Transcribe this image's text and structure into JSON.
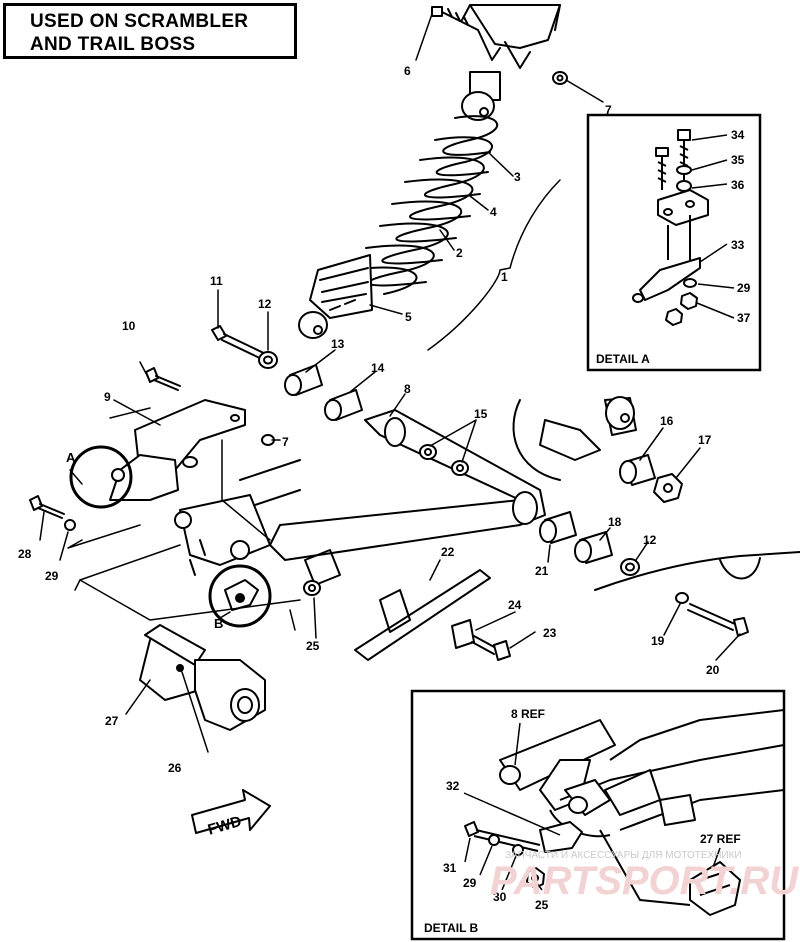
{
  "title": {
    "line1": "USED ON SCRAMBLER",
    "line2": "AND TRAIL BOSS"
  },
  "detail_a_label": "DETAIL A",
  "detail_b_label": "DETAIL B",
  "detail_a_callout": "A",
  "detail_b_callout": "B",
  "fwd_label": "FWD",
  "watermark": {
    "text": "ЗАПЧАСТИ И АКСЕССУАРЫ ДЛЯ МОТОТЕХНИКИ",
    "logo": "PARTSPORT.RU"
  },
  "callouts": {
    "c1": "1",
    "c2": "2",
    "c3": "3",
    "c4": "4",
    "c5": "5",
    "c6": "6",
    "c7a": "7",
    "c7b": "7",
    "c8": "8",
    "c9": "9",
    "c10": "10",
    "c11": "11",
    "c12a": "12",
    "c12b": "12",
    "c13": "13",
    "c14": "14",
    "c15": "15",
    "c16": "16",
    "c17": "17",
    "c18": "18",
    "c19": "19",
    "c20": "20",
    "c21": "21",
    "c22": "22",
    "c23": "23",
    "c24": "24",
    "c25a": "25",
    "c26": "26",
    "c27": "27",
    "c28": "28",
    "c29a": "29",
    "c34": "34",
    "c35": "35",
    "c36": "36",
    "c33": "33",
    "c29b": "29",
    "c37": "37",
    "c8ref": "8 REF",
    "c32": "32",
    "c27ref": "27 REF",
    "c31": "31",
    "c29c": "29",
    "c30": "30",
    "c25b": "25"
  }
}
